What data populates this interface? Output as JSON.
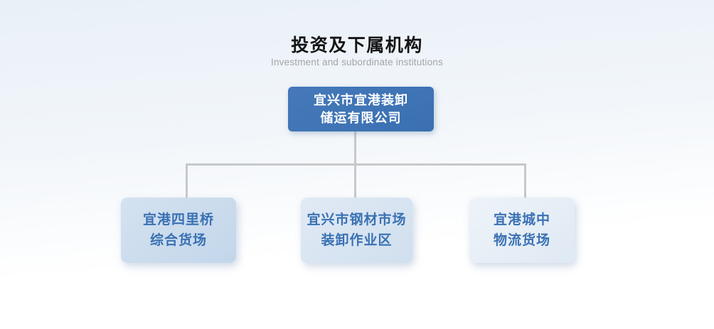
{
  "header": {
    "title": "投资及下属机构",
    "subtitle": "Investment and subordinate institutions"
  },
  "org_chart": {
    "root": {
      "line1": "宜兴市宜港装卸",
      "line2": "储运有限公司"
    },
    "children": [
      {
        "line1": "宜港四里桥",
        "line2": "综合货场"
      },
      {
        "line1": "宜兴市钢材市场",
        "line2": "装卸作业区"
      },
      {
        "line1": "宜港城中",
        "line2": "物流货场"
      }
    ]
  },
  "colors": {
    "root_box_blue": "#3d74b5",
    "child_text_blue": "#3a71b3",
    "child1_fill": "#c8daec",
    "child2_fill": "#d6e3f1",
    "child3_fill": "#e6eef6",
    "connector_gray": "#c6c8ca",
    "subtitle_gray": "#a5a5a5",
    "background_top": "#e9f0f8"
  }
}
